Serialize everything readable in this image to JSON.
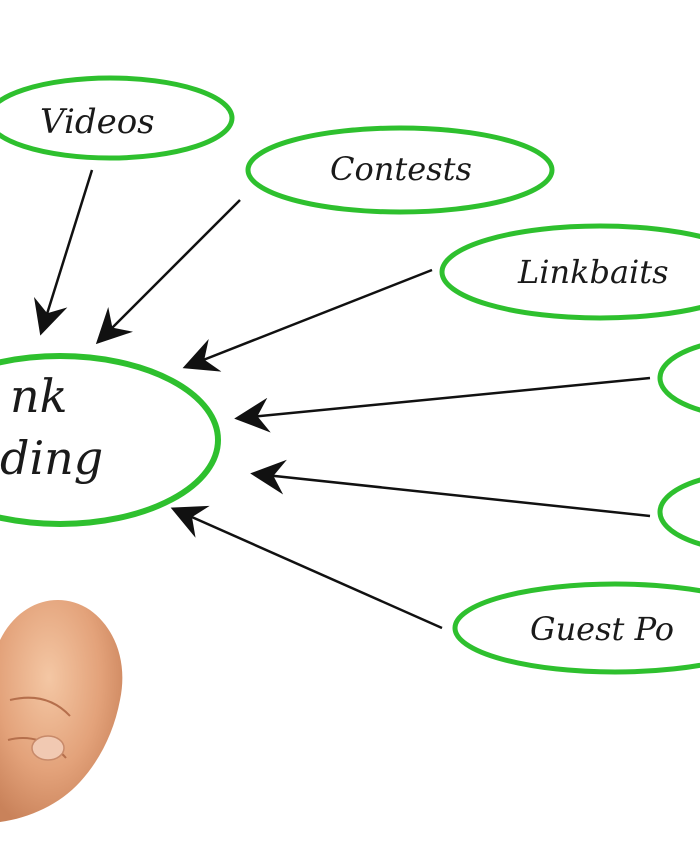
{
  "diagram": {
    "center": {
      "line1": "nk",
      "line2": "ding"
    },
    "nodes": [
      {
        "id": "videos",
        "label": "Videos"
      },
      {
        "id": "contests",
        "label": "Contests"
      },
      {
        "id": "linkbaits",
        "label": "Linkbaits"
      },
      {
        "id": "guest-posts",
        "label": "Guest Po"
      }
    ],
    "colors": {
      "ellipse_stroke": "#2ec02e",
      "arrow": "#111111",
      "text": "#1a1a1a",
      "skin": "#e8b08a"
    }
  }
}
